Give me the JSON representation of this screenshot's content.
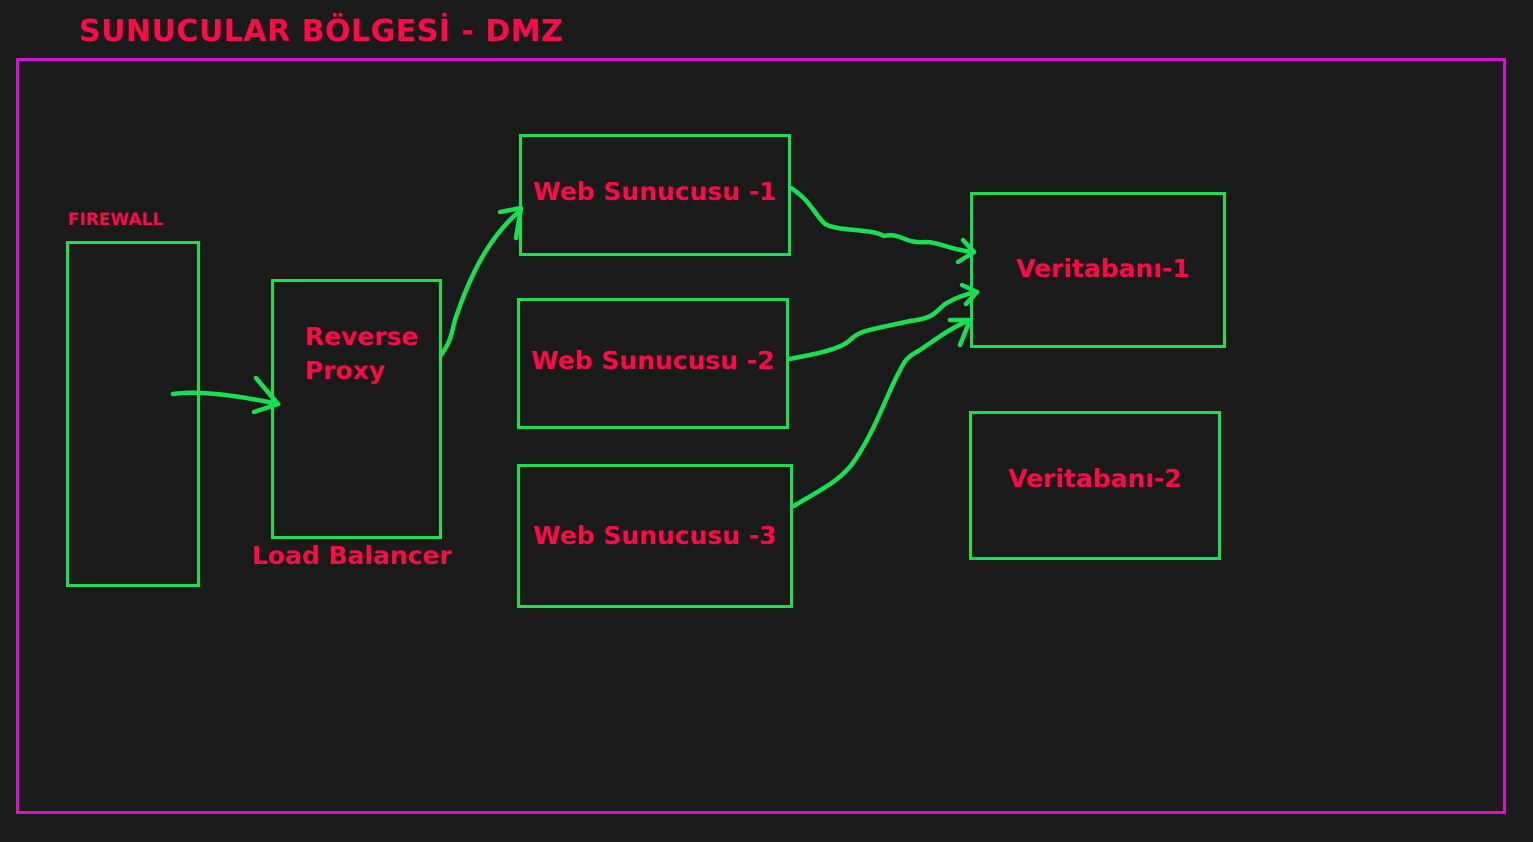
{
  "zone": {
    "title": "SUNUCULAR BÖLGESİ - DMZ"
  },
  "firewall": {
    "label": "FIREWALL"
  },
  "proxy": {
    "label_line1": "Reverse",
    "label_line2": "Proxy",
    "caption": "Load Balancer"
  },
  "web_servers": [
    {
      "label": "Web Sunucusu -1"
    },
    {
      "label": "Web Sunucusu -2"
    },
    {
      "label": "Web Sunucusu -3"
    }
  ],
  "databases": [
    {
      "label": "Veritabanı-1"
    },
    {
      "label": "Veritabanı-2"
    }
  ],
  "colors": {
    "background": "#1a1a1a",
    "zone_border": "#d70fd0",
    "box_border": "#19e052",
    "text": "#ff0a47",
    "arrow": "#19e052"
  }
}
